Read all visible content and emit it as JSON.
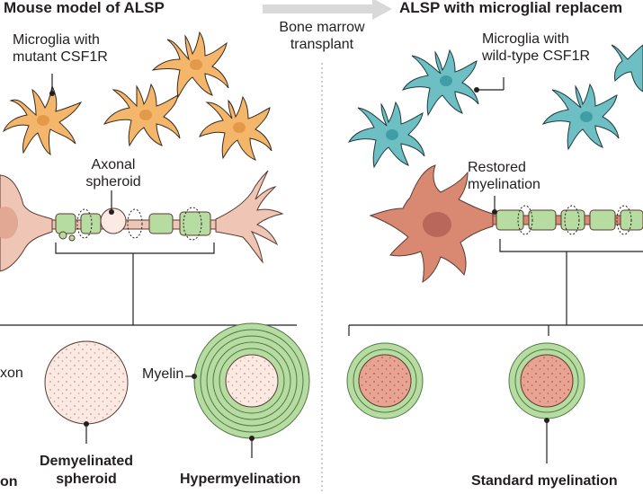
{
  "panels": {
    "left": {
      "title": "Mouse model of ALSP",
      "microglia_label": [
        "Microglia with",
        "mutant CSF1R"
      ],
      "spheroid_label": [
        "Axonal",
        "spheroid"
      ],
      "partial_left_labels": [
        "xon",
        "on"
      ],
      "demyelinated_label": [
        "Demyelinated",
        "spheroid"
      ],
      "myelin_label": "Myelin",
      "hypermyelination_label": "Hypermyelination"
    },
    "right": {
      "title": "ALSP with microglial replacem",
      "microglia_label": [
        "Microglia with",
        "wild-type CSF1R"
      ],
      "restored_label": [
        "Restored",
        "myelination"
      ],
      "standard_label": "Standard myelination"
    }
  },
  "transition": {
    "label": [
      "Bone marrow",
      "transplant"
    ]
  },
  "colors": {
    "mutant_microglia": "#f4b66b",
    "wildtype_microglia": "#6dbfc4",
    "neuron": "#efc6b6",
    "neuron_healthy": "#d98871",
    "myelin": "#b6dca1",
    "spheroid": "#fbeae3",
    "axon_core": "#e8a393"
  }
}
